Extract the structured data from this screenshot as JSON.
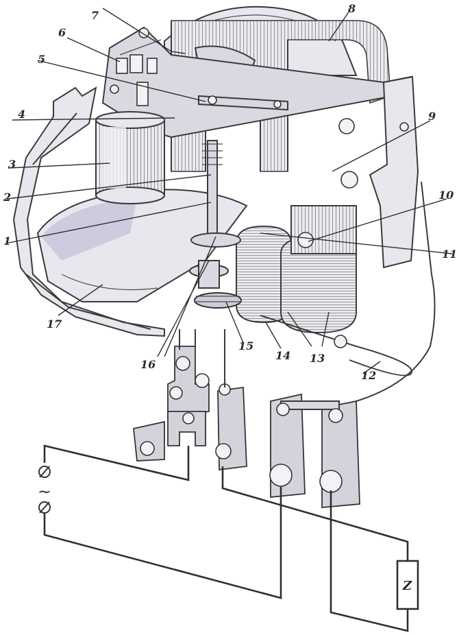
{
  "callouts": [
    {
      "id": "1",
      "label": "1"
    },
    {
      "id": "2",
      "label": "2"
    },
    {
      "id": "3",
      "label": "3"
    },
    {
      "id": "4",
      "label": "4"
    },
    {
      "id": "5",
      "label": "5"
    },
    {
      "id": "6",
      "label": "6"
    },
    {
      "id": "7",
      "label": "7"
    },
    {
      "id": "8",
      "label": "8"
    },
    {
      "id": "9",
      "label": "9"
    },
    {
      "id": "10",
      "label": "10"
    },
    {
      "id": "11",
      "label": "11"
    },
    {
      "id": "12",
      "label": "12"
    },
    {
      "id": "13",
      "label": "13"
    },
    {
      "id": "14",
      "label": "14"
    },
    {
      "id": "15",
      "label": "15"
    },
    {
      "id": "16",
      "label": "16"
    },
    {
      "id": "17",
      "label": "17"
    }
  ],
  "circuit": {
    "ac_symbol": "~",
    "load_label": "Z"
  },
  "colors": {
    "ink": "#3a3a3a",
    "shade": "#b9b2cf"
  }
}
